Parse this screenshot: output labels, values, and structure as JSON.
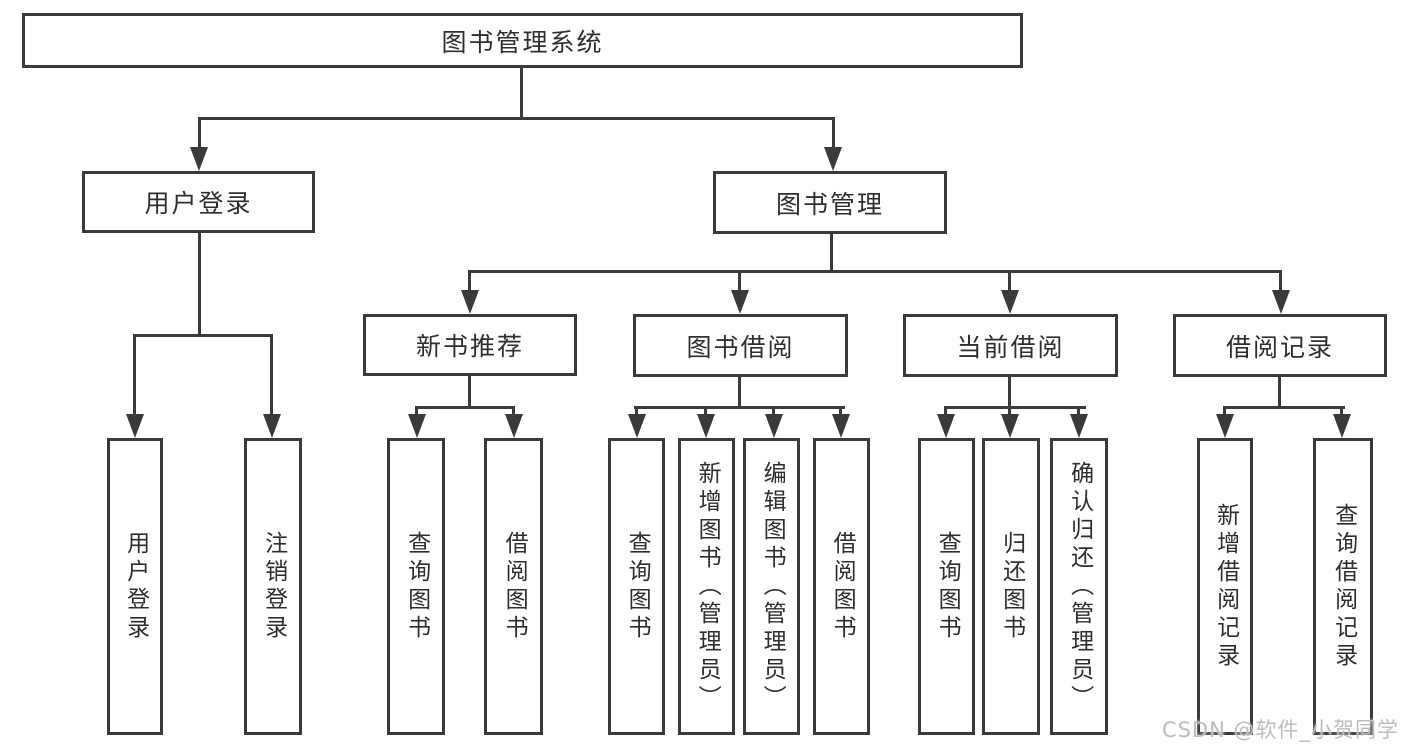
{
  "colors": {
    "line": "#3a3a3a",
    "text": "#2e2e2e",
    "watermark": "#bdbdbd",
    "background": "#ffffff"
  },
  "watermark": "CSDN @软件_小贺同学",
  "nodes": {
    "root": {
      "label": "图书管理系统"
    },
    "user_login": {
      "label": "用户登录"
    },
    "book_mgmt": {
      "label": "图书管理"
    },
    "new_book_rec": {
      "label": "新书推荐"
    },
    "book_borrow": {
      "label": "图书借阅"
    },
    "current_borrow": {
      "label": "当前借阅"
    },
    "borrow_records": {
      "label": "借阅记录"
    },
    "leaf_user_login": {
      "label": "用户登录"
    },
    "leaf_logout": {
      "label": "注销登录"
    },
    "leaf_rec_query": {
      "label": "查询图书"
    },
    "leaf_rec_borrow": {
      "label": "借阅图书"
    },
    "leaf_bb_query": {
      "label": "查询图书"
    },
    "leaf_bb_add": {
      "label": "新增图书（管理员）"
    },
    "leaf_bb_edit": {
      "label": "编辑图书（管理员）"
    },
    "leaf_bb_borrow": {
      "label": "借阅图书"
    },
    "leaf_cb_query": {
      "label": "查询图书"
    },
    "leaf_cb_return": {
      "label": "归还图书"
    },
    "leaf_cb_confirm": {
      "label": "确认归还（管理员）"
    },
    "leaf_br_add": {
      "label": "新增借阅记录"
    },
    "leaf_br_query": {
      "label": "查询借阅记录"
    }
  },
  "hierarchy": {
    "root": [
      "user_login",
      "book_mgmt"
    ],
    "user_login": [
      "leaf_user_login",
      "leaf_logout"
    ],
    "book_mgmt": [
      "new_book_rec",
      "book_borrow",
      "current_borrow",
      "borrow_records"
    ],
    "new_book_rec": [
      "leaf_rec_query",
      "leaf_rec_borrow"
    ],
    "book_borrow": [
      "leaf_bb_query",
      "leaf_bb_add",
      "leaf_bb_edit",
      "leaf_bb_borrow"
    ],
    "current_borrow": [
      "leaf_cb_query",
      "leaf_cb_return",
      "leaf_cb_confirm"
    ],
    "borrow_records": [
      "leaf_br_add",
      "leaf_br_query"
    ]
  }
}
